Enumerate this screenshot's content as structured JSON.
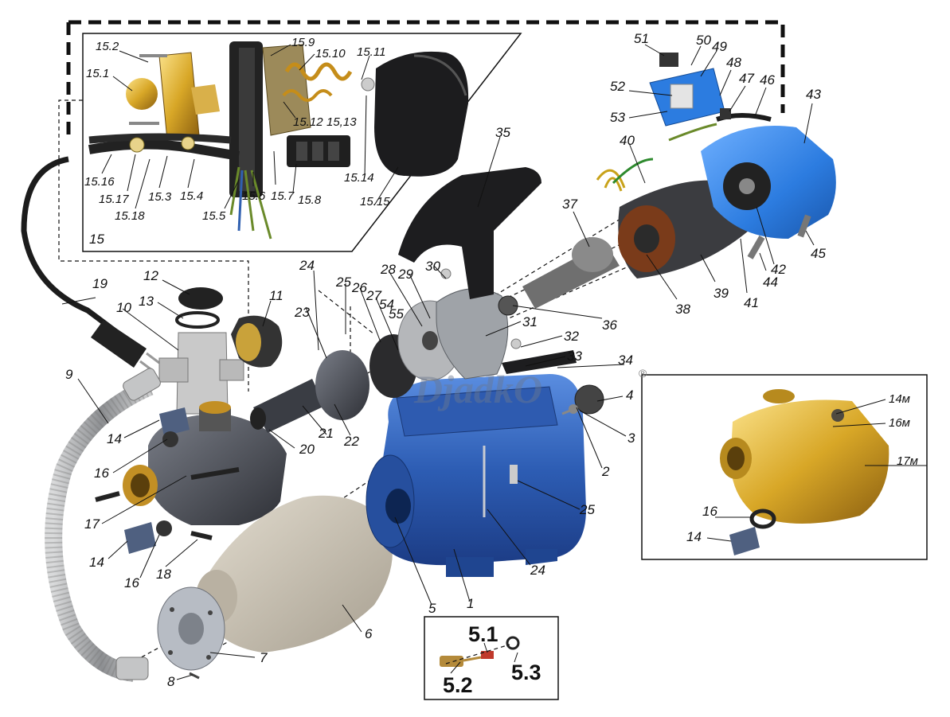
{
  "watermark": "DjadkO",
  "watermark_mark": "®",
  "colors": {
    "tank_blue": "#2f5fb8",
    "motor_blue": "#2c7ce0",
    "pump_grey": "#4a4d55",
    "brass": "#d8a727",
    "membrane": "#cdc6b8",
    "cover_black": "#1c1c1e",
    "hose_steel": "#a7a9ab"
  },
  "labels": {
    "l1": "1",
    "l2": "2",
    "l3": "3",
    "l4": "4",
    "l5": "5",
    "l6": "6",
    "l7": "7",
    "l8": "8",
    "l9": "9",
    "l10": "10",
    "l11": "11",
    "l12": "12",
    "l13": "13",
    "l14": "14",
    "l14b": "14",
    "l15": "15",
    "l16": "16",
    "l16b": "16",
    "l17": "17",
    "l18": "18",
    "l19": "19",
    "l20": "20",
    "l21": "21",
    "l22": "22",
    "l23": "23",
    "l24": "24",
    "l24b": "24",
    "l25": "25",
    "l25b": "25",
    "l26": "26",
    "l27": "27",
    "l28": "28",
    "l29": "29",
    "l30": "30",
    "l31": "31",
    "l32": "32",
    "l33": "33",
    "l34": "34",
    "l35": "35",
    "l36": "36",
    "l37": "37",
    "l38": "38",
    "l39": "39",
    "l40": "40",
    "l41": "41",
    "l42": "42",
    "l43": "43",
    "l44": "44",
    "l45": "45",
    "l46": "46",
    "l47": "47",
    "l48": "48",
    "l49": "49",
    "l50": "50",
    "l51": "51",
    "l52": "52",
    "l53": "53",
    "l54": "54",
    "l55": "55",
    "l15_1": "15.1",
    "l15_2": "15.2",
    "l15_3": "15.3",
    "l15_4": "15.4",
    "l15_5": "15.5",
    "l15_6": "15.6",
    "l15_7": "15.7",
    "l15_8": "15.8",
    "l15_9": "15.9",
    "l15_10": "15.10",
    "l15_11": "15.11",
    "l15_12": "15.12",
    "l15_13": "15,13",
    "l15_14": "15.14",
    "l15_15": "15.15",
    "l15_16": "15.16",
    "l15_17": "15.17",
    "l15_18": "15.18",
    "l5_1": "5.1",
    "l5_2": "5.2",
    "l5_3": "5.3",
    "l14m": "14м",
    "l16m": "16м",
    "l17m": "17м",
    "l16_inset": "16",
    "l14_inset": "14"
  }
}
